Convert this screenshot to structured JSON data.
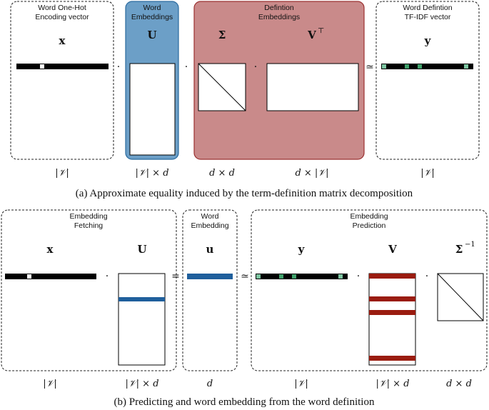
{
  "colors": {
    "embedding_blue": "#1f5f9c",
    "panel_blue_fill": "#6c9fc7",
    "panel_red_fill": "#c98a8a",
    "panel_red_stroke": "#9b3030",
    "pred_red": "#9a1c10",
    "tfidf_green": "#7cc4a0"
  },
  "top": {
    "panels": {
      "onehot": [
        "Word One-Hot",
        "Encoding vector"
      ],
      "word_emb": [
        "Word",
        "Embeddings"
      ],
      "def_emb": [
        "Defintion",
        "Embeddings"
      ],
      "tfidf": [
        "Word Defintion",
        "TF-IDF vector"
      ]
    },
    "symbols": {
      "x": "x",
      "U": "U",
      "Sigma": "Σ",
      "VT": "V",
      "VT_sup": "⊤",
      "y": "y"
    },
    "operators": [
      "·",
      "·",
      "·",
      "≃"
    ],
    "dims": [
      "|𝒱|",
      "|𝒱| × d",
      "d × d",
      "d × |𝒱|",
      "|𝒱|"
    ],
    "caption": "(a) Approximate equality induced by the term-definition matrix decomposition"
  },
  "bottom": {
    "panels": {
      "fetch": [
        "Embedding",
        "Fetching"
      ],
      "word_emb": [
        "Word",
        "Embedding"
      ],
      "pred": [
        "Embedding",
        "Prediction"
      ]
    },
    "symbols": {
      "x": "x",
      "U": "U",
      "u": "u",
      "y": "y",
      "V": "V",
      "SigmaInv": "Σ",
      "SigmaInv_sup": "−1"
    },
    "operators": [
      "·",
      "=",
      "≃",
      "·",
      "·"
    ],
    "dims": [
      "|𝒱|",
      "|𝒱| × d",
      "d",
      "|𝒱|",
      "|𝒱| × d",
      "d × d"
    ],
    "caption": "(b) Predicting and word embedding from the word definition"
  }
}
